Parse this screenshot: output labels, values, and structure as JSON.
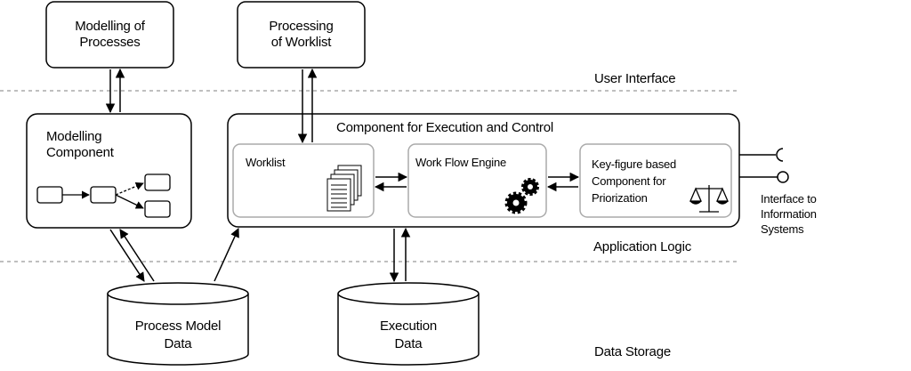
{
  "layers": {
    "user_interface": "User Interface",
    "application_logic": "Application Logic",
    "data_storage": "Data Storage"
  },
  "boxes": {
    "modelling_of_processes": "Modelling of\nProcesses",
    "processing_of_worklist": "Processing\nof Worklist",
    "modelling_component": "Modelling\nComponent",
    "execution_control": "Component for Execution and Control",
    "worklist": "Worklist",
    "workflow_engine": "Work Flow Engine",
    "keyfigure_component": "Key-figure based\nComponent for\nPriorization"
  },
  "storage": {
    "process_model_data": "Process Model\nData",
    "execution_data": "Execution\nData"
  },
  "interface": {
    "label": "Interface to\nInformation\nSystems"
  },
  "icons": [
    "document-stack-icon",
    "gears-icon",
    "scales-icon",
    "process-flow-icon",
    "interface-socket-icon"
  ]
}
